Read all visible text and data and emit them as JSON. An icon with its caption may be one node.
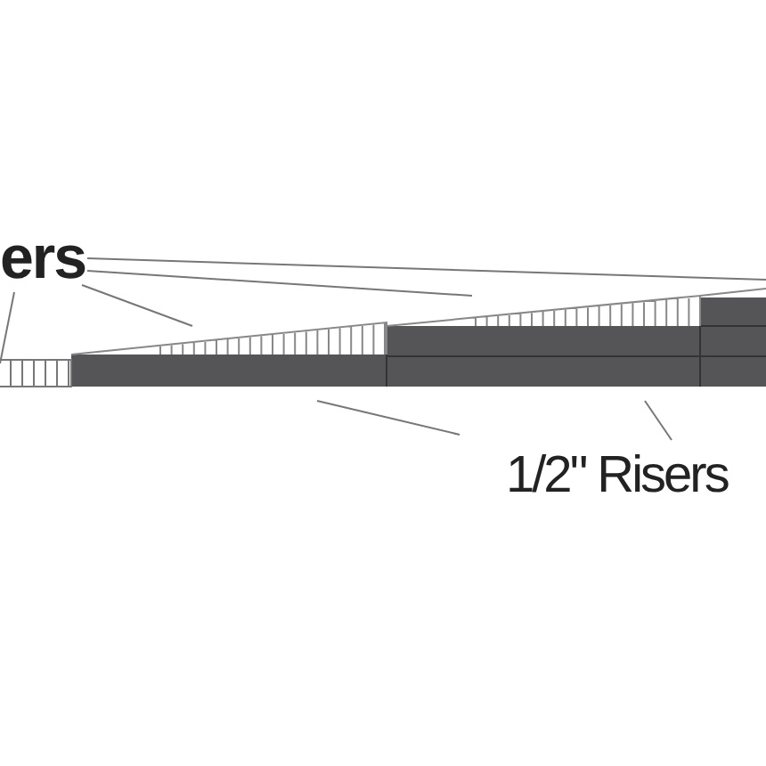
{
  "diagram": {
    "nodes": [
      {
        "text": [
          "ers"
        ]
      },
      {
        "text": [
          "1/2\" Risers"
        ]
      },
      {
        "text": [],
        "shape": "picture"
      }
    ],
    "edges": [
      {
        "from": 0,
        "to": 2,
        "arrow": "none"
      },
      {
        "from": 0,
        "to": 2,
        "arrow": "none"
      },
      {
        "from": 0,
        "to": 2,
        "arrow": "none"
      },
      {
        "from": 0,
        "to": 2,
        "arrow": "none"
      },
      {
        "from": 1,
        "to": 2,
        "arrow": "none"
      },
      {
        "from": 1,
        "to": 2,
        "arrow": "none"
      }
    ]
  }
}
